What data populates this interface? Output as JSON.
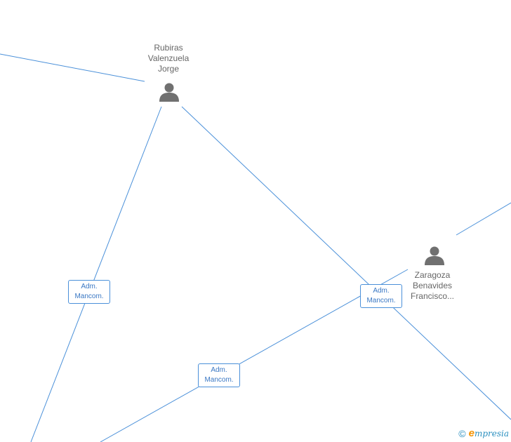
{
  "colors": {
    "edge": "#4a90d9",
    "person": "#707070",
    "text": "#666666",
    "brand_e": "#f39200",
    "brand_text": "#2a8fbf"
  },
  "nodes": [
    {
      "id": "rubiras",
      "type": "person",
      "icon": "person-icon",
      "label_lines": [
        "Rubiras",
        "Valenzuela",
        "Jorge"
      ]
    },
    {
      "id": "zaragoza",
      "type": "person",
      "icon": "person-icon",
      "label_lines": [
        "Zaragoza",
        "Benavides",
        "Francisco..."
      ]
    }
  ],
  "edge_labels": [
    {
      "line1": "Adm.",
      "line2": "Mancom."
    },
    {
      "line1": "Adm.",
      "line2": "Mancom."
    },
    {
      "line1": "Adm.",
      "line2": "Mancom."
    }
  ],
  "watermark": {
    "copyright": "©",
    "brand_first": "e",
    "brand_rest": "mpresia"
  }
}
